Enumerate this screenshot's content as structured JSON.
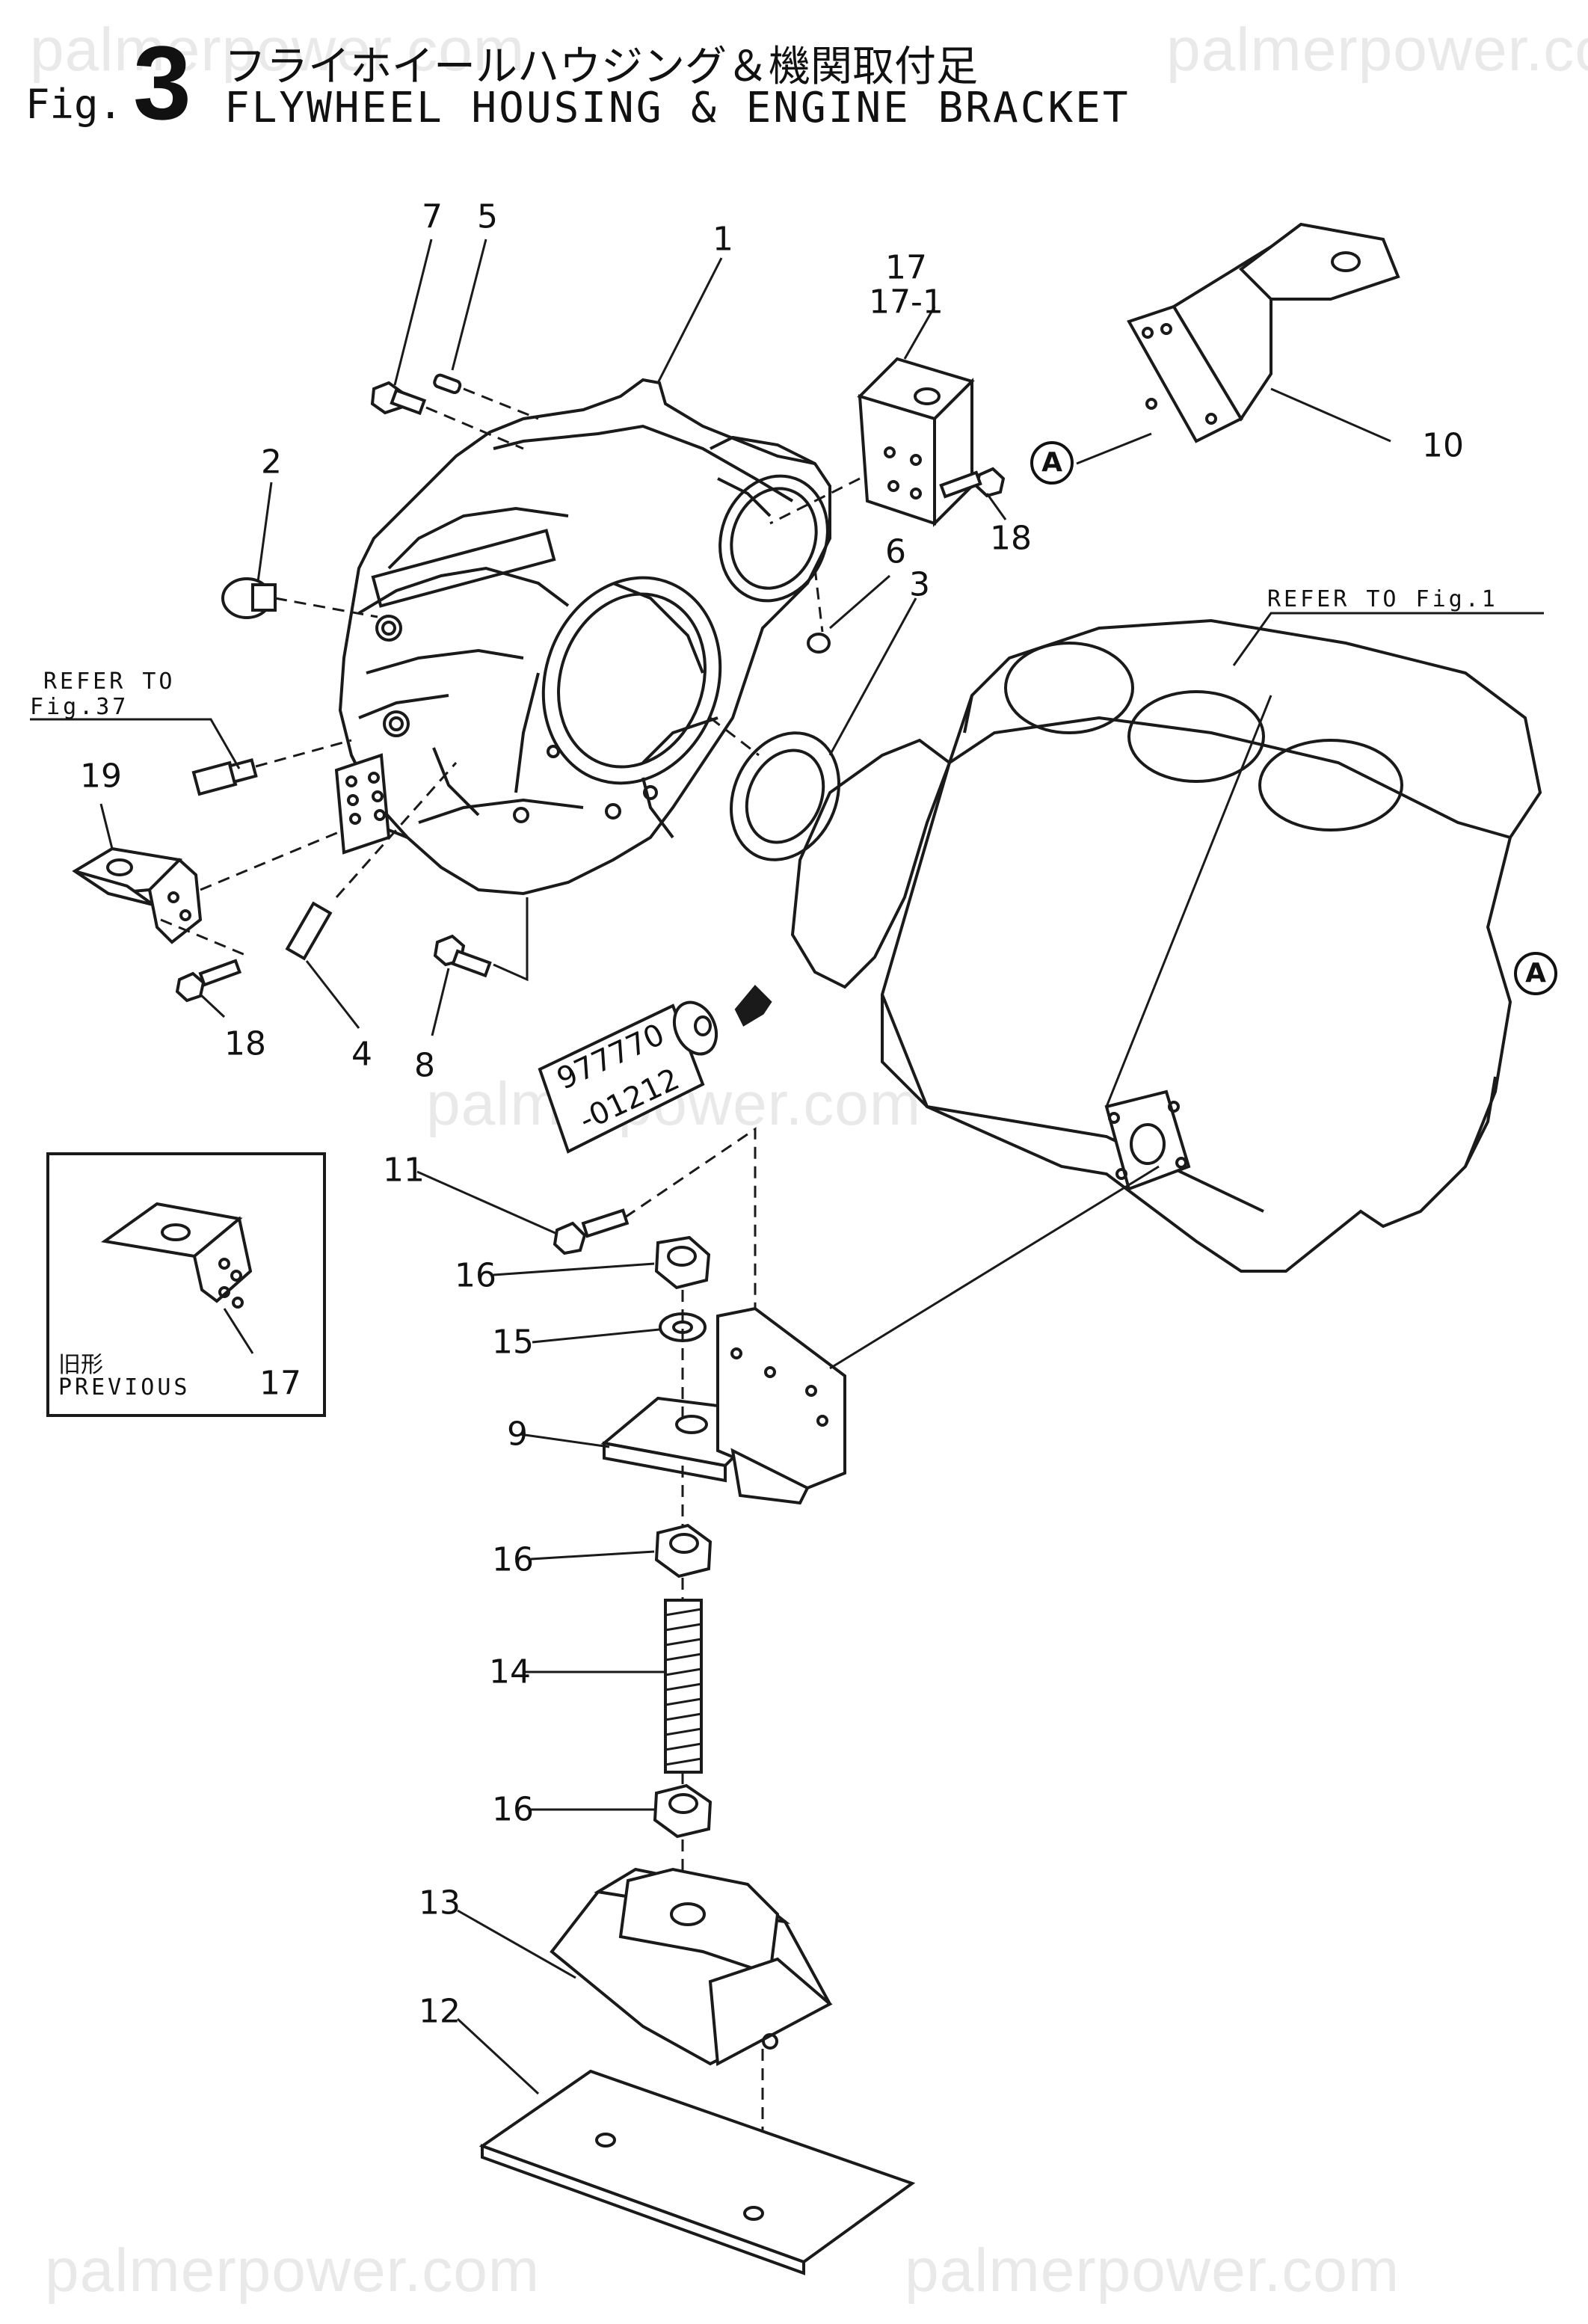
{
  "figure": {
    "fig_prefix": "Fig.",
    "fig_number": "3",
    "title_jp": "フライホイールハウジング＆機関取付足",
    "title_en": "FLYWHEEL HOUSING & ENGINE BRACKET"
  },
  "watermarks": [
    "palmerpower.com",
    "palmerpower.com",
    "palmerpower.com",
    "palmerpower.com",
    "palmerpower.com"
  ],
  "references": {
    "refer_fig37_line1": "REFER TO",
    "refer_fig37_line2": "Fig.37",
    "refer_fig1": "REFER TO Fig.1",
    "inset_jp": "旧形",
    "inset_en": "PREVIOUS",
    "inset_part": "17",
    "connector_label": "A",
    "sealant_code_line1": "977770",
    "sealant_code_line2": "-01212"
  },
  "callouts": {
    "p1": "1",
    "p2": "2",
    "p3": "3",
    "p4": "4",
    "p5": "5",
    "p6": "6",
    "p7": "7",
    "p8": "8",
    "p9": "9",
    "p10": "10",
    "p11": "11",
    "p12": "12",
    "p13": "13",
    "p14": "14",
    "p15": "15",
    "p16a": "16",
    "p16b": "16",
    "p16c": "16",
    "p17": "17",
    "p17_1": "17-1",
    "p18a": "18",
    "p18b": "18",
    "p19": "19"
  }
}
